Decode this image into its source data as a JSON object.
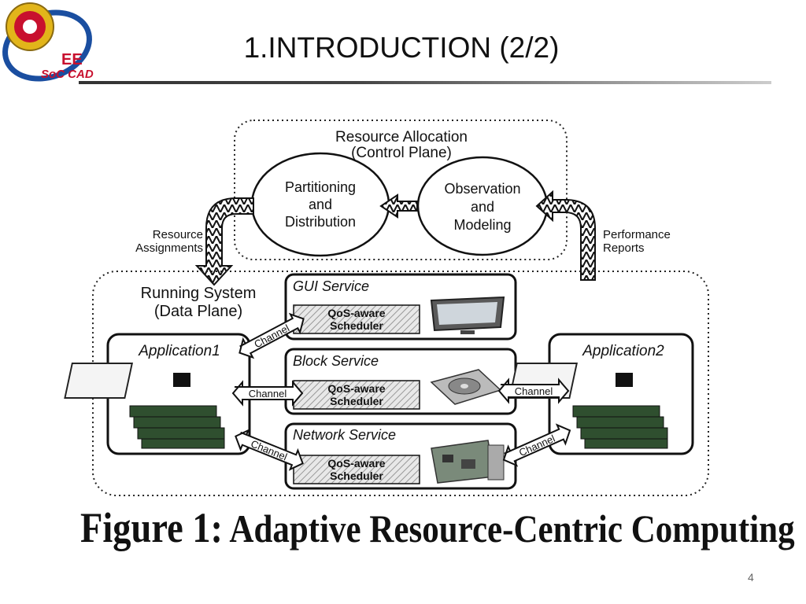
{
  "slide": {
    "title": "1.INTRODUCTION (2/2)",
    "page_number": "4",
    "logo_text": {
      "line1": "EE",
      "line2": "SoC CAD"
    }
  },
  "figure": {
    "control_plane": {
      "line1": "Resource Allocation",
      "line2": "(Control Plane)"
    },
    "partitioning": {
      "line1": "Partitioning",
      "line2": "and",
      "line3": "Distribution"
    },
    "observation": {
      "line1": "Observation",
      "line2": "and",
      "line3": "Modeling"
    },
    "resource_assignments": {
      "line1": "Resource",
      "line2": "Assignments"
    },
    "performance_reports": {
      "line1": "Performance",
      "line2": "Reports"
    },
    "data_plane": {
      "line1": "Running System",
      "line2": "(Data Plane)"
    },
    "services": {
      "gui": "GUI Service",
      "block": "Block Service",
      "network": "Network Service"
    },
    "scheduler": {
      "line1": "QoS-aware",
      "line2": "Scheduler"
    },
    "app1": "Application1",
    "app2": "Application2",
    "channel": "Channel",
    "caption_lead": "Figure 1:",
    "caption_text": "Adaptive Resource-Centric Computing"
  },
  "colors": {
    "accent_red": "#c8102e",
    "logo_blue": "#1a4ea0",
    "logo_gold": "#e2b51a"
  }
}
